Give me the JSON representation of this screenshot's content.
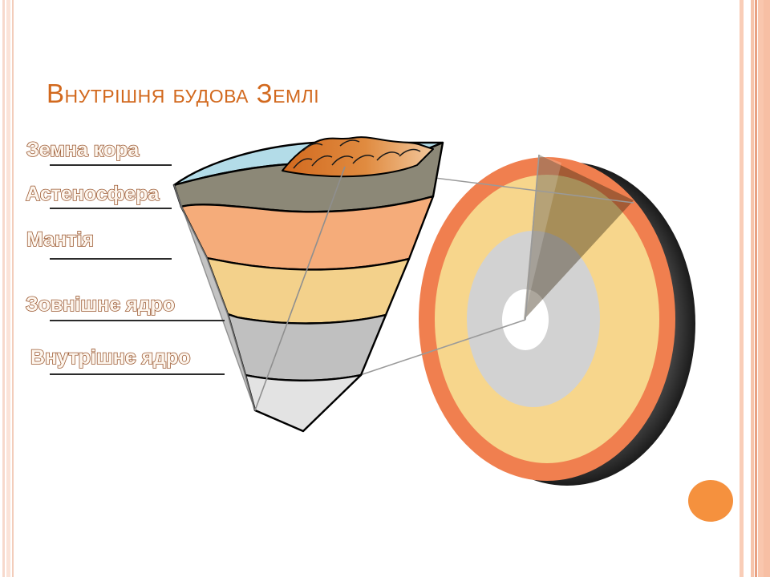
{
  "slide": {
    "title": "Внутрішня будова Землі",
    "title_color": "#D2691E",
    "background": "#ffffff"
  },
  "labels": [
    {
      "id": "crust",
      "text": "Земна кора"
    },
    {
      "id": "asthenosphere",
      "text": "Астеносфера"
    },
    {
      "id": "mantle",
      "text": "Мантія"
    },
    {
      "id": "outer-core",
      "text": "Зовнішнє ядро"
    },
    {
      "id": "inner-core",
      "text": "Внутрішнє ядро"
    }
  ],
  "diagram": {
    "wedge": {
      "name": "earth-wedge-cutaway",
      "layers": [
        {
          "name": "ocean-water",
          "color": "#B3DCE8"
        },
        {
          "name": "crust-surface",
          "color": "#8C8877"
        },
        {
          "name": "asthenosphere",
          "color": "#F5AC7A"
        },
        {
          "name": "mantle",
          "color": "#F3D18B"
        },
        {
          "name": "outer-core",
          "color": "#C0C0C0"
        },
        {
          "name": "inner-core",
          "color": "#E3E3E3"
        }
      ],
      "mountain_color": "#D2691E",
      "mountain_highlight": "#EFB887",
      "outline_color": "#000000"
    },
    "sphere": {
      "name": "earth-sphere-cutaway",
      "layers": [
        {
          "name": "crust-ring",
          "color": "#F07F4F"
        },
        {
          "name": "mantle-ring",
          "color": "#F7D68C"
        },
        {
          "name": "outer-core",
          "color": "#D2D2D2"
        },
        {
          "name": "inner-core",
          "color": "#FFFFFF"
        }
      ],
      "shadow_color": "#2b2b2b",
      "cutout_sector_color": "#6b5430"
    },
    "connector_color": "#9a9a9a"
  },
  "decor": {
    "corner_dot_color": "#F5913E",
    "stripe_colors": [
      "#f7d9cc",
      "#fbe3d8",
      "#f3cdbb",
      "#f9cdb7",
      "#f6c4ab",
      "#e8a183",
      "#f9c6ad",
      "#f7bfa4"
    ]
  }
}
